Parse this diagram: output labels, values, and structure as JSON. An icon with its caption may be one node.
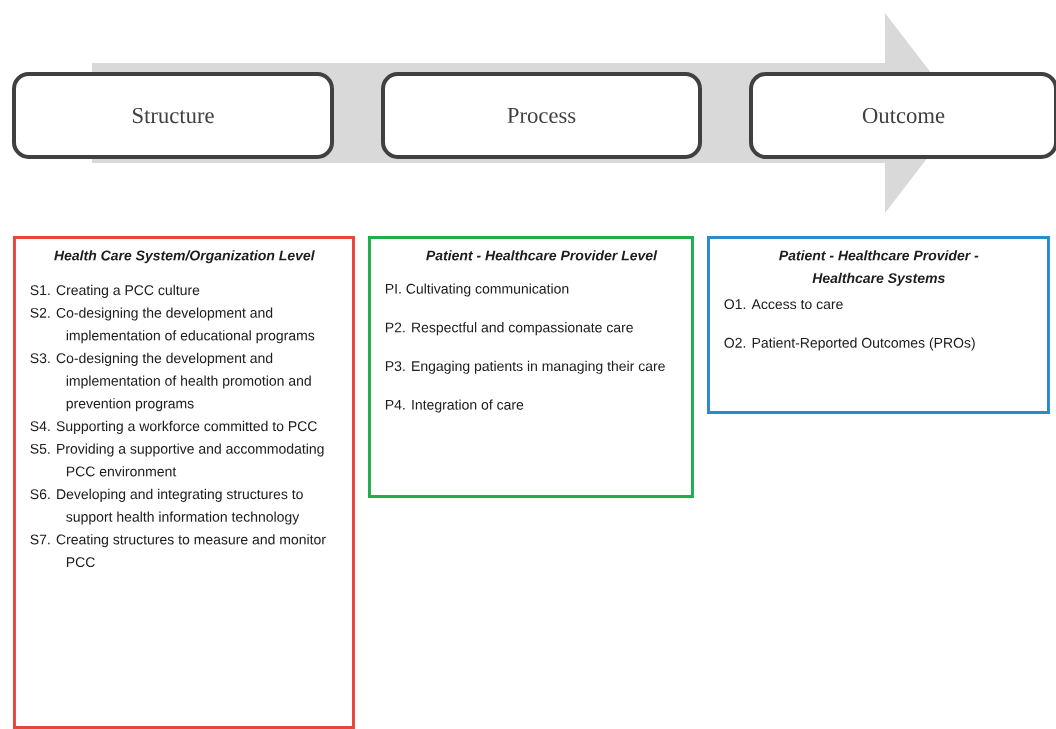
{
  "diagram": {
    "nodes": [
      {
        "text": [
          "Structure"
        ]
      },
      {
        "text": [
          "Process"
        ]
      },
      {
        "text": [
          "Outcome"
        ]
      },
      {
        "text": [
          "Health Care System/Organization Level",
          "S1. Creating a PCC culture",
          "S2. Co-designing the development and implementation of educational programs",
          "S3. Co-designing the development and implementation of health promotion and prevention programs",
          "S4. Supporting a workforce committed to PCC",
          "S5. Providing a supportive and accommodating PCC environment",
          "S6. Developing and integrating structures to support health information technology",
          "S7. Creating structures to measure and monitor PCC"
        ]
      },
      {
        "text": [
          "Patient - Healthcare Provider Level",
          "PI. Cultivating communication",
          "P2. Respectful and compassionate care",
          "P3. Engaging patients in managing their care",
          "P4. Integration of care"
        ]
      },
      {
        "text": [
          "Patient - Healthcare Provider - Healthcare Systems",
          "O1. Access to care",
          "O2. Patient-Reported Outcomes (PROs)"
        ]
      }
    ]
  }
}
